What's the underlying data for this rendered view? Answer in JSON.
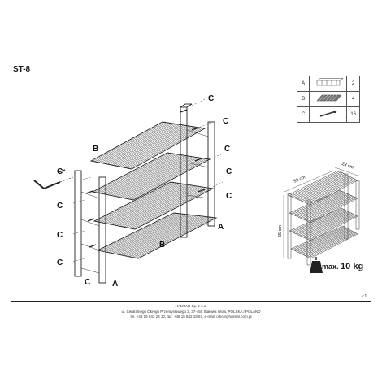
{
  "model": "ST-8",
  "version": "v.1",
  "parts": [
    {
      "letter": "A",
      "qty": "2",
      "icon": "side-frame-icon"
    },
    {
      "letter": "B",
      "qty": "4",
      "icon": "shelf-icon"
    },
    {
      "letter": "C",
      "qty": "16",
      "icon": "screw-icon"
    }
  ],
  "callouts": {
    "A": "A",
    "B": "B",
    "C": "C"
  },
  "dimensions": {
    "width": "53 cm",
    "depth": "28 cm",
    "height": "65 cm"
  },
  "max_load": {
    "prefix": "max.",
    "value": "10 kg"
  },
  "footer": {
    "line1": "HALMAR Sp. z o.o.",
    "line2": "ul. Centralnego Okręgu Przemysłowego 2, 37-450 Stalowa Wola, POLSKA / POLAND",
    "line3": "tel. +48 15 843 28 10, fax: +48 15 842 19 57, e-mail: office@halmar.com.pl"
  }
}
